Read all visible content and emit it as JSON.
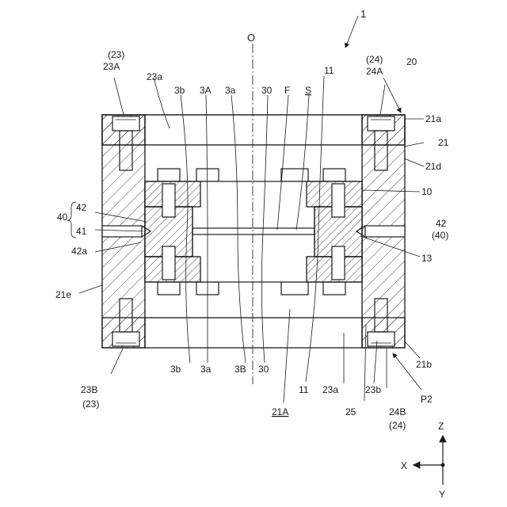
{
  "figure": {
    "top_ref": "1",
    "axis_O": "O",
    "labels_top": [
      "(23)",
      "23A",
      "23a",
      "3b",
      "3A",
      "3a",
      "30",
      "F",
      "S",
      "11",
      "(24)",
      "24A",
      "20"
    ],
    "labels_right": [
      "21a",
      "21",
      "21d",
      "10",
      "42",
      "(40)",
      "13",
      "21b",
      "P2"
    ],
    "labels_left": [
      "40",
      "42",
      "41",
      "42a",
      "21e"
    ],
    "labels_bottom": [
      "3b",
      "3a",
      "3B",
      "30",
      "21A",
      "11",
      "23a",
      "25",
      "23b",
      "23B",
      "(23)",
      "24B",
      "(24)"
    ],
    "axes": {
      "z": "Z",
      "x": "X",
      "y": "Y"
    }
  }
}
